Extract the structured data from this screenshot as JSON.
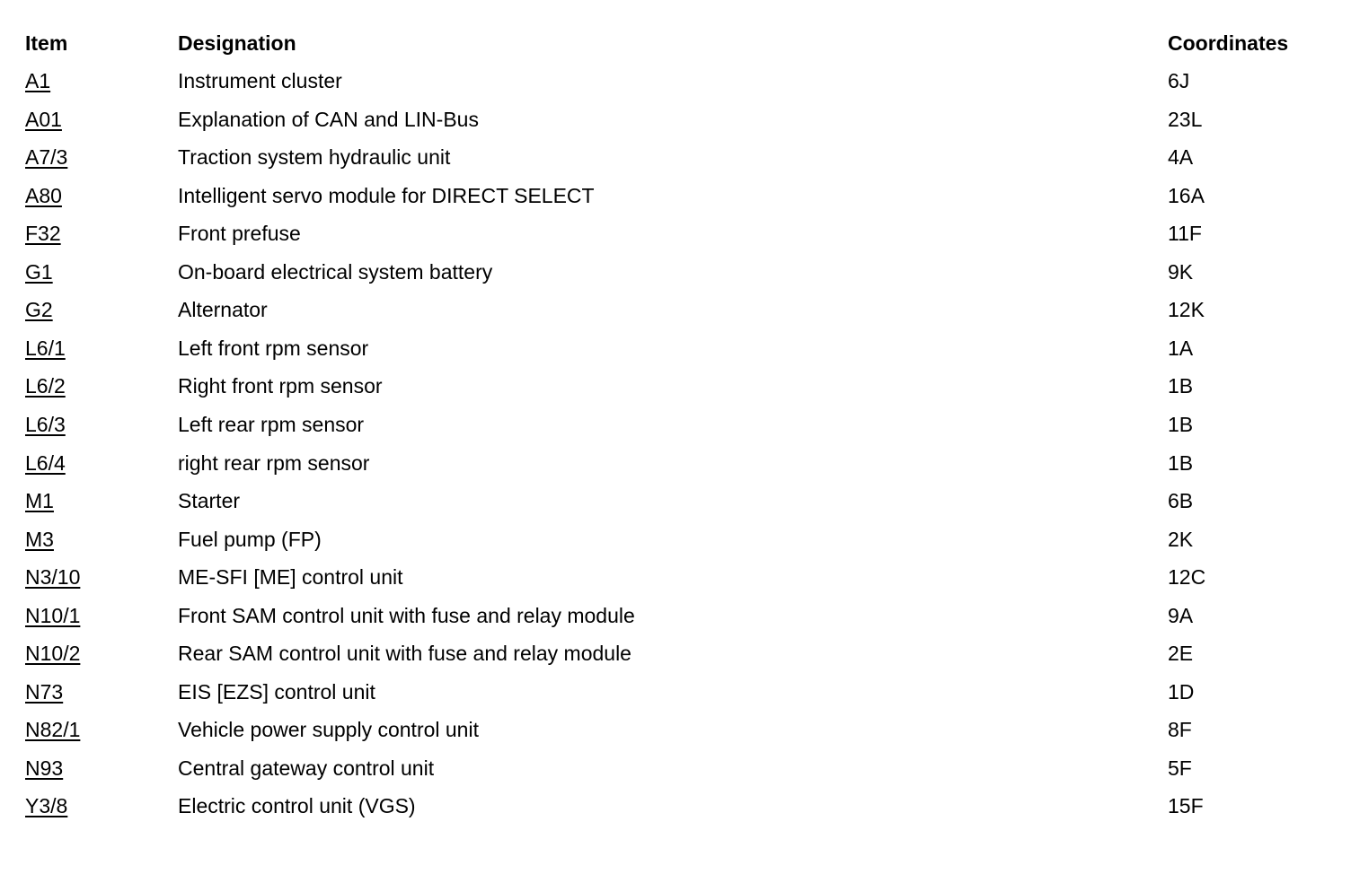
{
  "table": {
    "headers": {
      "item": "Item",
      "designation": "Designation",
      "coordinates": "Coordinates"
    },
    "rows": [
      {
        "item": "A1",
        "designation": "Instrument cluster",
        "coordinates": "6J"
      },
      {
        "item": "A01",
        "designation": "Explanation of CAN and LIN-Bus",
        "coordinates": "23L"
      },
      {
        "item": "A7/3",
        "designation": "Traction system hydraulic unit",
        "coordinates": "4A"
      },
      {
        "item": "A80",
        "designation": "Intelligent servo module for DIRECT SELECT",
        "coordinates": "16A"
      },
      {
        "item": "F32",
        "designation": "Front prefuse",
        "coordinates": "11F"
      },
      {
        "item": "G1",
        "designation": "On-board electrical system battery",
        "coordinates": "9K"
      },
      {
        "item": "G2",
        "designation": "Alternator",
        "coordinates": "12K"
      },
      {
        "item": "L6/1",
        "designation": "Left front rpm sensor",
        "coordinates": "1A"
      },
      {
        "item": "L6/2",
        "designation": "Right front rpm sensor",
        "coordinates": "1B"
      },
      {
        "item": "L6/3",
        "designation": "Left rear rpm sensor",
        "coordinates": "1B"
      },
      {
        "item": "L6/4",
        "designation": "right rear rpm sensor",
        "coordinates": "1B"
      },
      {
        "item": "M1",
        "designation": "Starter",
        "coordinates": "6B"
      },
      {
        "item": "M3",
        "designation": "Fuel pump (FP)",
        "coordinates": "2K"
      },
      {
        "item": "N3/10",
        "designation": "ME-SFI [ME] control unit",
        "coordinates": "12C"
      },
      {
        "item": "N10/1",
        "designation": "Front SAM control unit with fuse and relay module",
        "coordinates": "9A"
      },
      {
        "item": "N10/2",
        "designation": "Rear SAM control unit with fuse and relay module",
        "coordinates": "2E"
      },
      {
        "item": "N73",
        "designation": "EIS [EZS] control unit",
        "coordinates": "1D"
      },
      {
        "item": "N82/1",
        "designation": "Vehicle power supply control unit",
        "coordinates": "8F"
      },
      {
        "item": "N93",
        "designation": "Central gateway control unit",
        "coordinates": "5F"
      },
      {
        "item": "Y3/8",
        "designation": "Electric control unit (VGS)",
        "coordinates": "15F"
      }
    ]
  }
}
